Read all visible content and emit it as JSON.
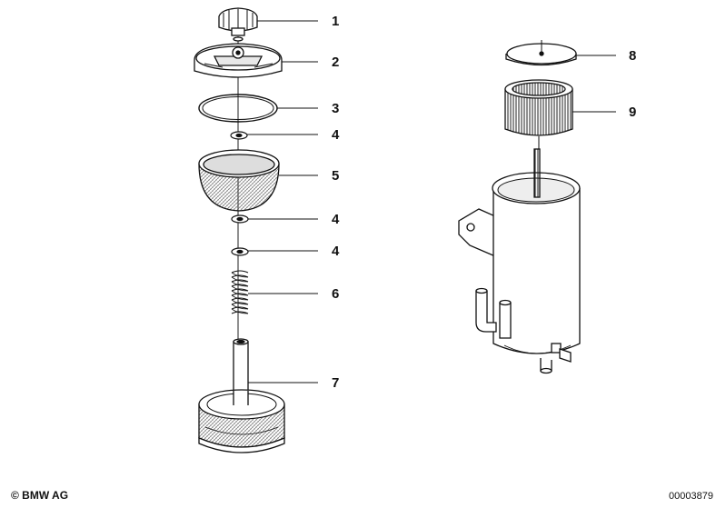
{
  "callouts": {
    "c1": "1",
    "c2": "2",
    "c3": "3",
    "c4a": "4",
    "c5": "5",
    "c4b": "4",
    "c4c": "4",
    "c6": "6",
    "c7": "7",
    "c8": "8",
    "c9": "9"
  },
  "footer": {
    "copyright": "© BMW AG",
    "drawing_number": "00003879"
  }
}
